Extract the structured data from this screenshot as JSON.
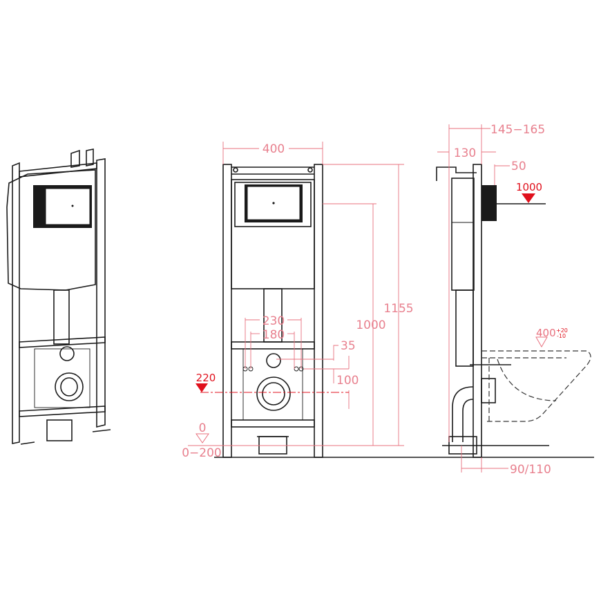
{
  "colors": {
    "dimension": "#e8707e",
    "level_marker": "#e0101c",
    "line": "#1a1a1a"
  },
  "front_view": {
    "width": "400",
    "height_total": "1155",
    "height_flush": "1000",
    "bolt_outer": "230",
    "bolt_inner": "180",
    "offset_35": "35",
    "offset_100": "100",
    "outlet_height": "220",
    "floor_level": "0",
    "floor_adjust": "0−200"
  },
  "side_view": {
    "depth_range": "145−165",
    "depth": "130",
    "offset_50": "50",
    "flush_level": "1000",
    "seat_height": "400",
    "seat_tol_plus": "+20",
    "seat_tol_minus": "-10",
    "outlet_offset": "90/110"
  }
}
